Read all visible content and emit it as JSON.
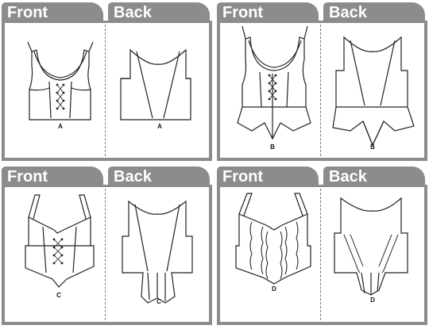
{
  "panels": [
    {
      "front_label": "Front",
      "back_label": "Back",
      "front_view": "A",
      "back_view": "A"
    },
    {
      "front_label": "Front",
      "back_label": "Back",
      "front_view": "B",
      "back_view": "B"
    },
    {
      "front_label": "Front",
      "back_label": "Back",
      "front_view": "C",
      "back_view": "C"
    },
    {
      "front_label": "Front",
      "back_label": "Back",
      "front_view": "D",
      "back_view": "D"
    }
  ],
  "colors": {
    "frame": "#8c8c8c",
    "tab_text": "#ffffff",
    "line": "#222222"
  }
}
